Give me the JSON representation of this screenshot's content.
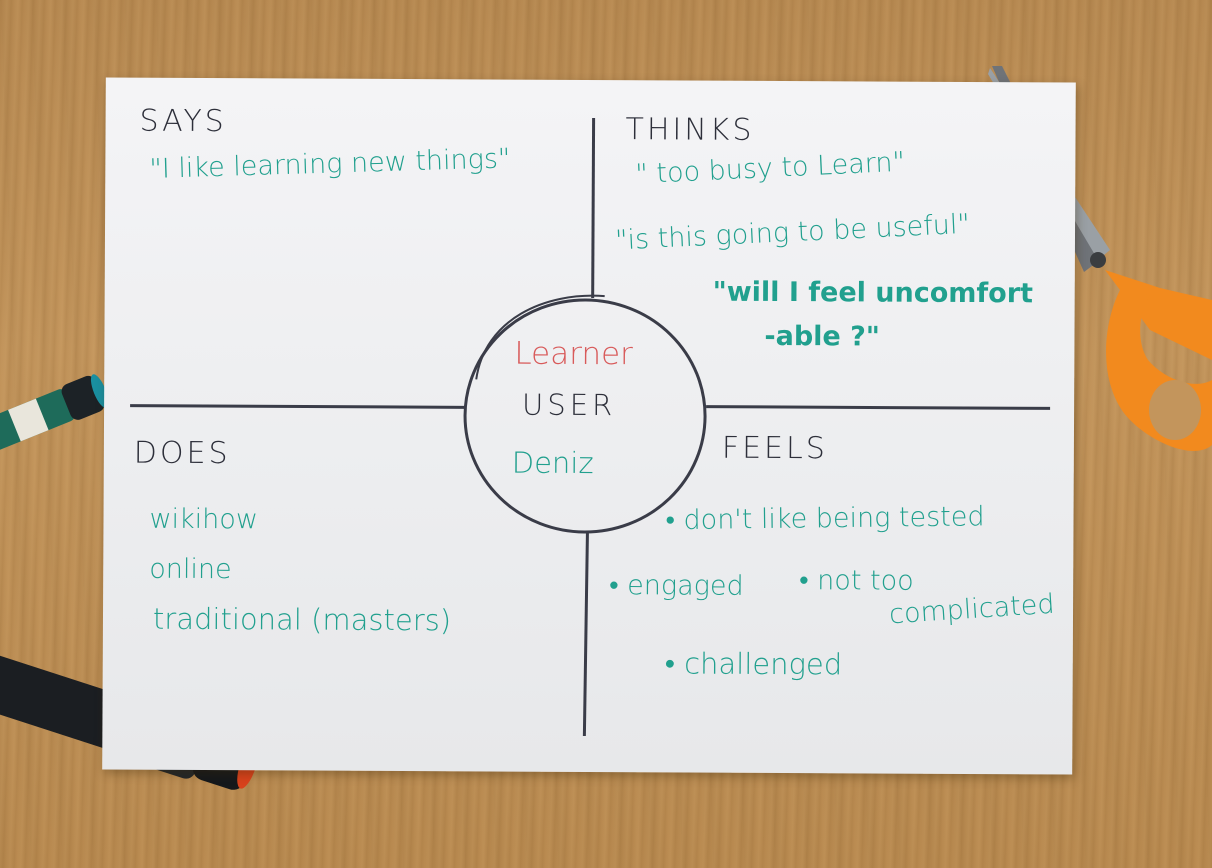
{
  "map": {
    "quadrants": {
      "says": {
        "title": "SAYS",
        "notes": [
          "\"I like learning new things\""
        ]
      },
      "thinks": {
        "title": "THINKS",
        "notes": [
          "\" too busy to Learn\"",
          "\"is this going to be useful\"",
          "\"will I feel uncomfort",
          "-able ?\""
        ]
      },
      "does": {
        "title": "DOES",
        "notes": [
          "wikihow",
          "online",
          "traditional (masters)"
        ]
      },
      "feels": {
        "title": "FEELS",
        "notes": [
          "• don't like being tested",
          "• engaged",
          "• not too",
          "complicated",
          "• challenged"
        ]
      }
    },
    "center": {
      "role": "Learner",
      "type": "USER",
      "name": "Deniz"
    }
  },
  "colors": {
    "ink_dark": "#2d2f3a",
    "ink_teal": "#21a08e",
    "ink_red": "#d85a5a",
    "scissors_orange": "#f28a1e",
    "wood": "#c3955c"
  }
}
